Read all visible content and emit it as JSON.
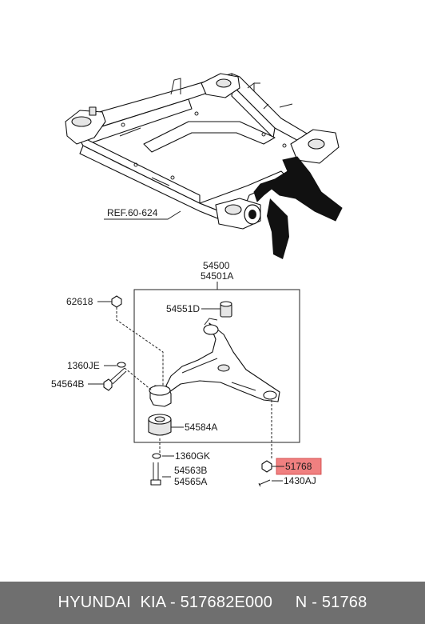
{
  "diagram": {
    "ref_label": "REF.60-624",
    "assembly_label_1": "54500",
    "assembly_label_2": "54501A",
    "callouts": {
      "c62618": "62618",
      "c54551D": "54551D",
      "c1360JE": "1360JE",
      "c54564B": "54564B",
      "c54584A": "54584A",
      "c1360GK": "1360GK",
      "c54563B": "54563B",
      "c54565A": "54565A",
      "c51768": "51768",
      "c1430AJ": "1430AJ"
    },
    "highlight_color": "#f08080"
  },
  "footer": {
    "text": "HYUNDAI  KIA - 517682E000     N - 51768"
  }
}
